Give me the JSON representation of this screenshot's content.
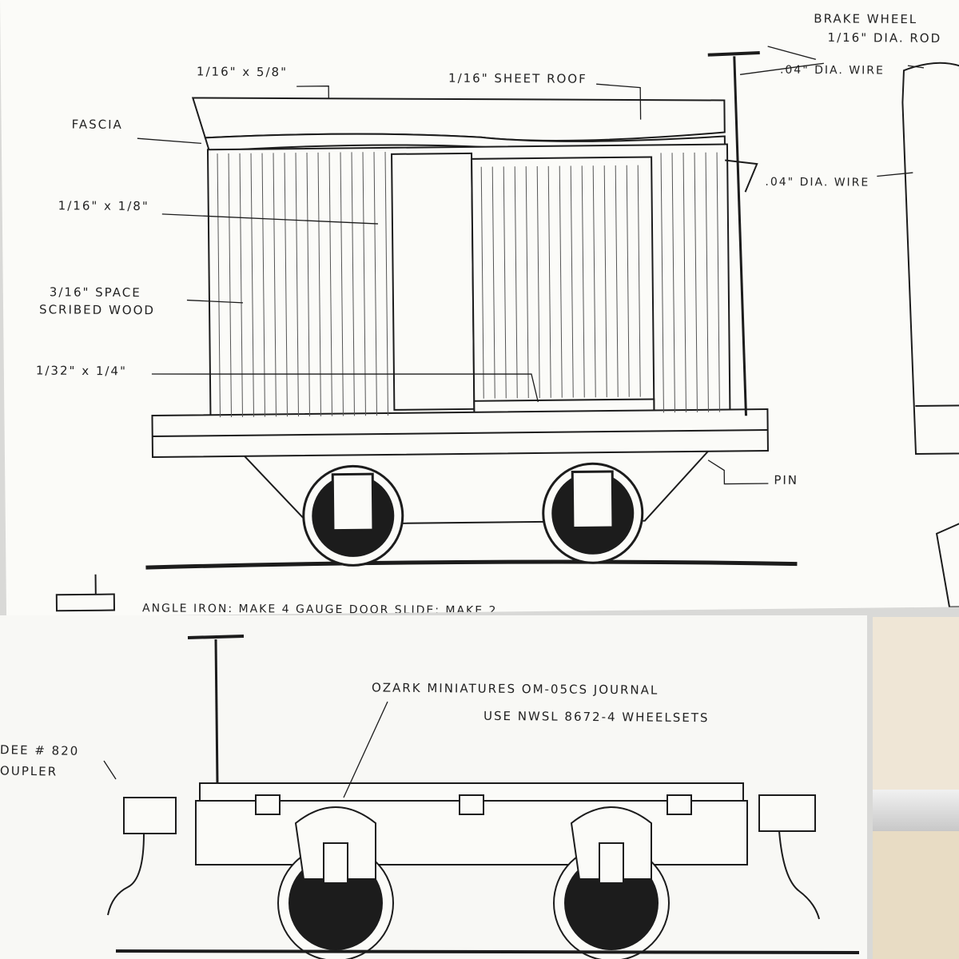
{
  "labels": {
    "brake_wheel": "BRAKE WHEEL",
    "rod": "1/16\" DIA. ROD",
    "wire_top": ".04\" DIA. WIRE",
    "wire_mid": ".04\" DIA. WIRE",
    "fascia_dim": "1/16\" x 5/8\"",
    "sheet_roof": "1/16\" SHEET ROOF",
    "fascia": "FASCIA",
    "board": "1/16\" x 1/8\"",
    "space_1": "3/16\" SPACE",
    "space_2": "SCRIBED WOOD",
    "strip": "1/32\" x 1/4\"",
    "pin": "PIN",
    "cut_off": "ANGLE IRON: MAKE 4   GAUGE DOOR SLIDE: MAKE 2",
    "journal": "OZARK MINIATURES  OM-05CS JOURNAL",
    "wheelsets": "USE NWSL 8672-4 WHEELSETS",
    "kadee": "DEE # 820",
    "coupler": "OUPLER"
  },
  "colors": {
    "ink": "#1c1c1c",
    "paper": "#fbfbf8",
    "board_lines": "#555555"
  }
}
